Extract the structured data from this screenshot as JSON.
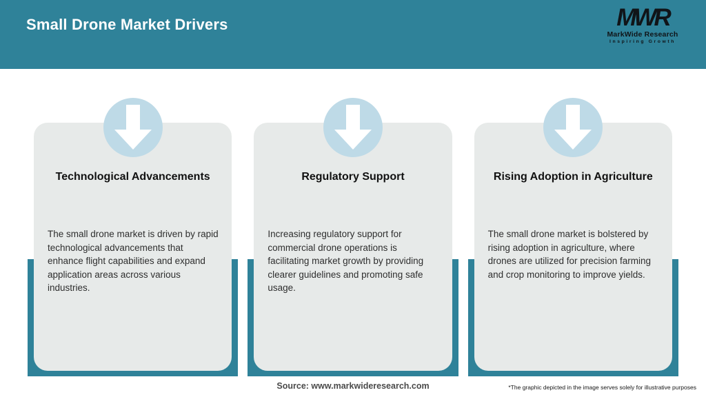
{
  "header": {
    "title": "Small Drone Market Drivers",
    "logo": {
      "acronym": "MWR",
      "name": "MarkWide Research",
      "tagline": "Inspiring Growth"
    }
  },
  "cards": [
    {
      "icon": "down-arrow-icon",
      "title": "Technological Advancements",
      "description": "The small drone market is driven by rapid technological advancements that enhance flight capabilities and expand application areas across various industries."
    },
    {
      "icon": "down-arrow-icon",
      "title": "Regulatory Support",
      "description": "Increasing regulatory support for commercial drone operations is facilitating market growth by providing clearer guidelines and promoting safe usage."
    },
    {
      "icon": "down-arrow-icon",
      "title": "Rising Adoption in Agriculture",
      "description": "The small drone market is bolstered by rising adoption in agriculture, where drones are utilized for precision farming and crop monitoring to improve yields."
    }
  ],
  "footer": {
    "source": "Source: www.markwideresearch.com",
    "disclaimer": "*The graphic depicted in the image serves solely for illustrative purposes"
  },
  "colors": {
    "teal": "#2F8299",
    "card_bg": "#E7EAE9",
    "circle_bg": "#BEDAE7",
    "arrow": "#FFFFFF"
  }
}
